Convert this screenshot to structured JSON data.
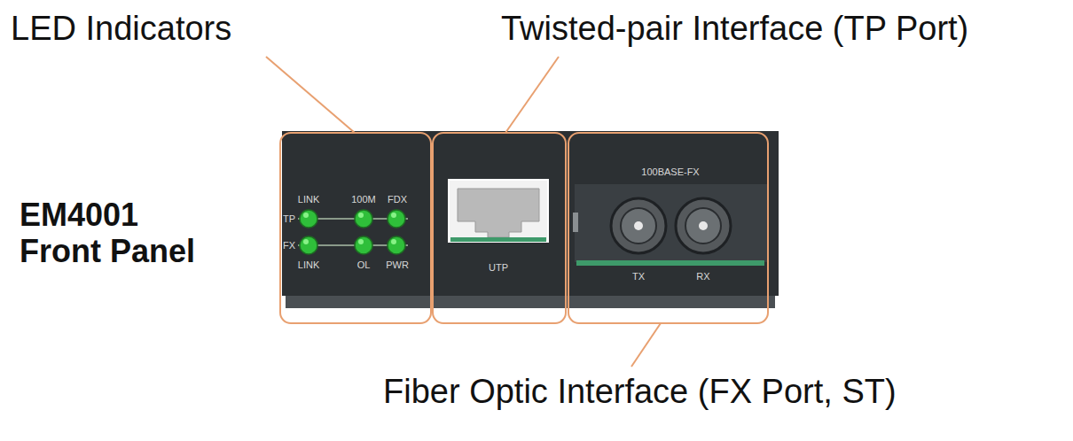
{
  "diagram": {
    "title": "EM4001 Front Panel",
    "labels": [
      "LED Indicators",
      "Twisted-pair Interface (TP Port)",
      "LINK",
      "100M",
      "FDX",
      "TP",
      "FX",
      "LINK",
      "OL",
      "PWR",
      "UTP",
      "100BASE-FX",
      "TX",
      "RX",
      "Fiber Optic Interface (FX Port, ST)"
    ]
  }
}
